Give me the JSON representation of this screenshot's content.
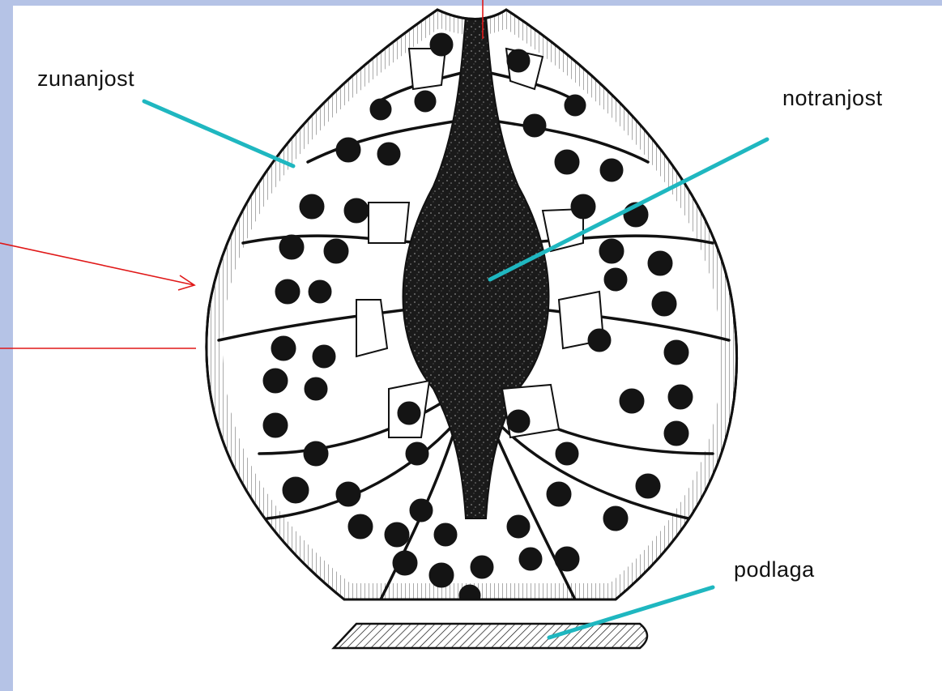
{
  "labels": {
    "exterior": "zunanjost",
    "interior": "notranjost",
    "substrate": "podlaga"
  },
  "colors": {
    "pointer_cyan": "#1fb7c0",
    "arrow_red": "#e01818",
    "ink": "#111111",
    "frame_band": "#b5c3e6"
  }
}
